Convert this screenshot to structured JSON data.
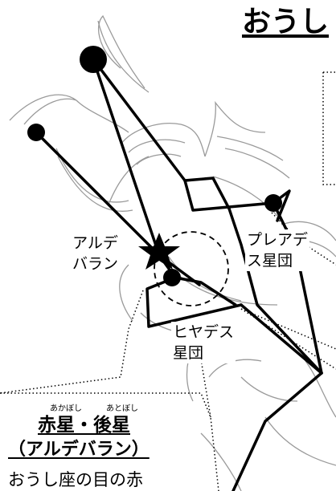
{
  "title": "おうし",
  "labels": {
    "aldebaran": [
      "アルデ",
      "バラン"
    ],
    "pleiades": [
      "プレアデ",
      "ス星団"
    ],
    "hyades": [
      "ヒヤデス",
      "星団"
    ]
  },
  "info_panel": {
    "ruby_akaboshi": "あかぼし",
    "ruby_atoboshi": "あとぼし",
    "heading": "赤星・後星",
    "subheading": "（アルデバラン）",
    "body": "おうし座の目の赤"
  },
  "colors": {
    "ink": "#000000",
    "sketch": "#9a9a9a",
    "background": "#ffffff"
  }
}
